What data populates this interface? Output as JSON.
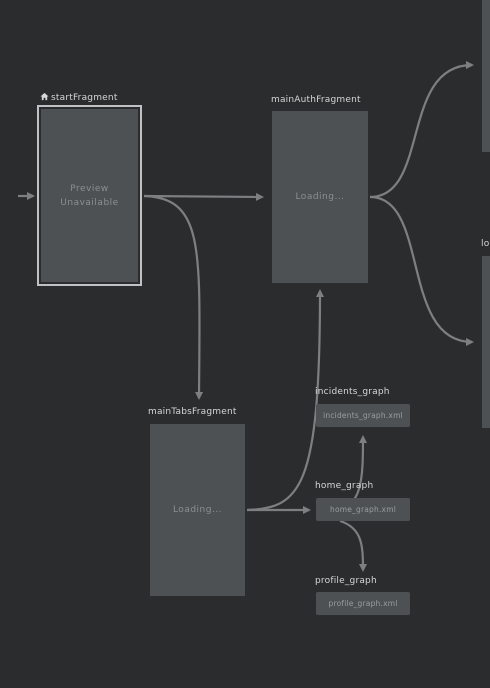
{
  "nodes": {
    "start": {
      "label": "startFragment",
      "preview_line1": "Preview",
      "preview_line2": "Unavailable",
      "start_icon": "home-icon"
    },
    "main_auth": {
      "label": "mainAuthFragment",
      "status": "Loading..."
    },
    "main_tabs": {
      "label": "mainTabsFragment",
      "status": "Loading..."
    },
    "incidents_graph": {
      "label": "incidents_graph",
      "file": "incidents_graph.xml"
    },
    "home_graph": {
      "label": "home_graph",
      "file": "home_graph.xml"
    },
    "profile_graph": {
      "label": "profile_graph",
      "file": "profile_graph.xml"
    },
    "offscreen_right": {
      "label_fragment": "lo"
    }
  },
  "colors": {
    "background": "#2b2c2e",
    "node_fill": "#4d5154",
    "edge": "#7d7f81",
    "label_text": "#d6d6d6",
    "selection": "#bfc1c2"
  }
}
